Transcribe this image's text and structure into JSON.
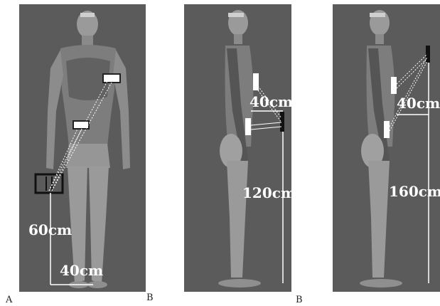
{
  "panel_a": {
    "vertical_distance": "60cm",
    "horizontal_distance": "40cm"
  },
  "panel_b1": {
    "horizontal_distance": "40cm",
    "vertical_distance": "120cm"
  },
  "panel_b2": {
    "horizontal_distance": "40cm",
    "vertical_distance": "160cm"
  },
  "corner_labels": {
    "a": "A",
    "b1": "B",
    "b2": "B"
  },
  "colors": {
    "panel_background": "#5b5b5b",
    "figure": "#a6a6a6",
    "sensor_fill": "#ffffff",
    "measurement_line": "#ffffff",
    "receiver": "#111111"
  }
}
